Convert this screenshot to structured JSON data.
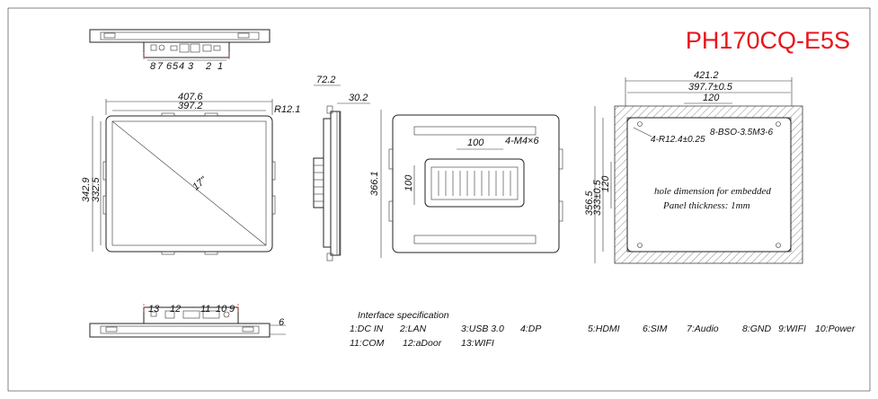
{
  "model": "PH170CQ-E5S",
  "top_view": {
    "port_numbers": [
      "8",
      "7",
      "6",
      "5",
      "4",
      "3",
      "2",
      "1"
    ]
  },
  "front_view": {
    "width_outer": "407.6",
    "width_inner": "397.2",
    "radius": "R12.1",
    "height_outer": "342.9",
    "height_inner": "332.5",
    "diagonal": "17\""
  },
  "side_view": {
    "depth": "72.2",
    "thickness": "30.2"
  },
  "rear_view": {
    "height": "366.1",
    "vesa_w": "100",
    "vesa_h": "100",
    "screw": "4-M4×6"
  },
  "cutout_view": {
    "width_outer": "421.2",
    "width_cut": "397.7±0.5",
    "width_center": "120",
    "height_outer": "356.5",
    "height_cut": "333±0.5",
    "height_center": "120",
    "radius": "4-R12.4±0.25",
    "screw": "8-BSO-3.5M3-6",
    "note_line1": "hole dimension for embedded",
    "note_line2": "Panel thickness: 1mm"
  },
  "bottom_view": {
    "port_numbers": [
      "13",
      "12",
      "11",
      "10",
      "9"
    ],
    "thickness": "6"
  },
  "interface_spec": {
    "title": "Interface specification",
    "row1": [
      "1:DC IN",
      "2:LAN",
      "3:USB 3.0",
      "4:DP",
      "5:HDMI",
      "6:SIM",
      "7:Audio",
      "8:GND",
      "9:WIFI",
      "10:Power"
    ],
    "row2": [
      "11:COM",
      "12:aDoor",
      "13:WIFI"
    ]
  },
  "colors": {
    "title": "#e8141b",
    "line": "#222222",
    "marker": "#dd2222"
  }
}
